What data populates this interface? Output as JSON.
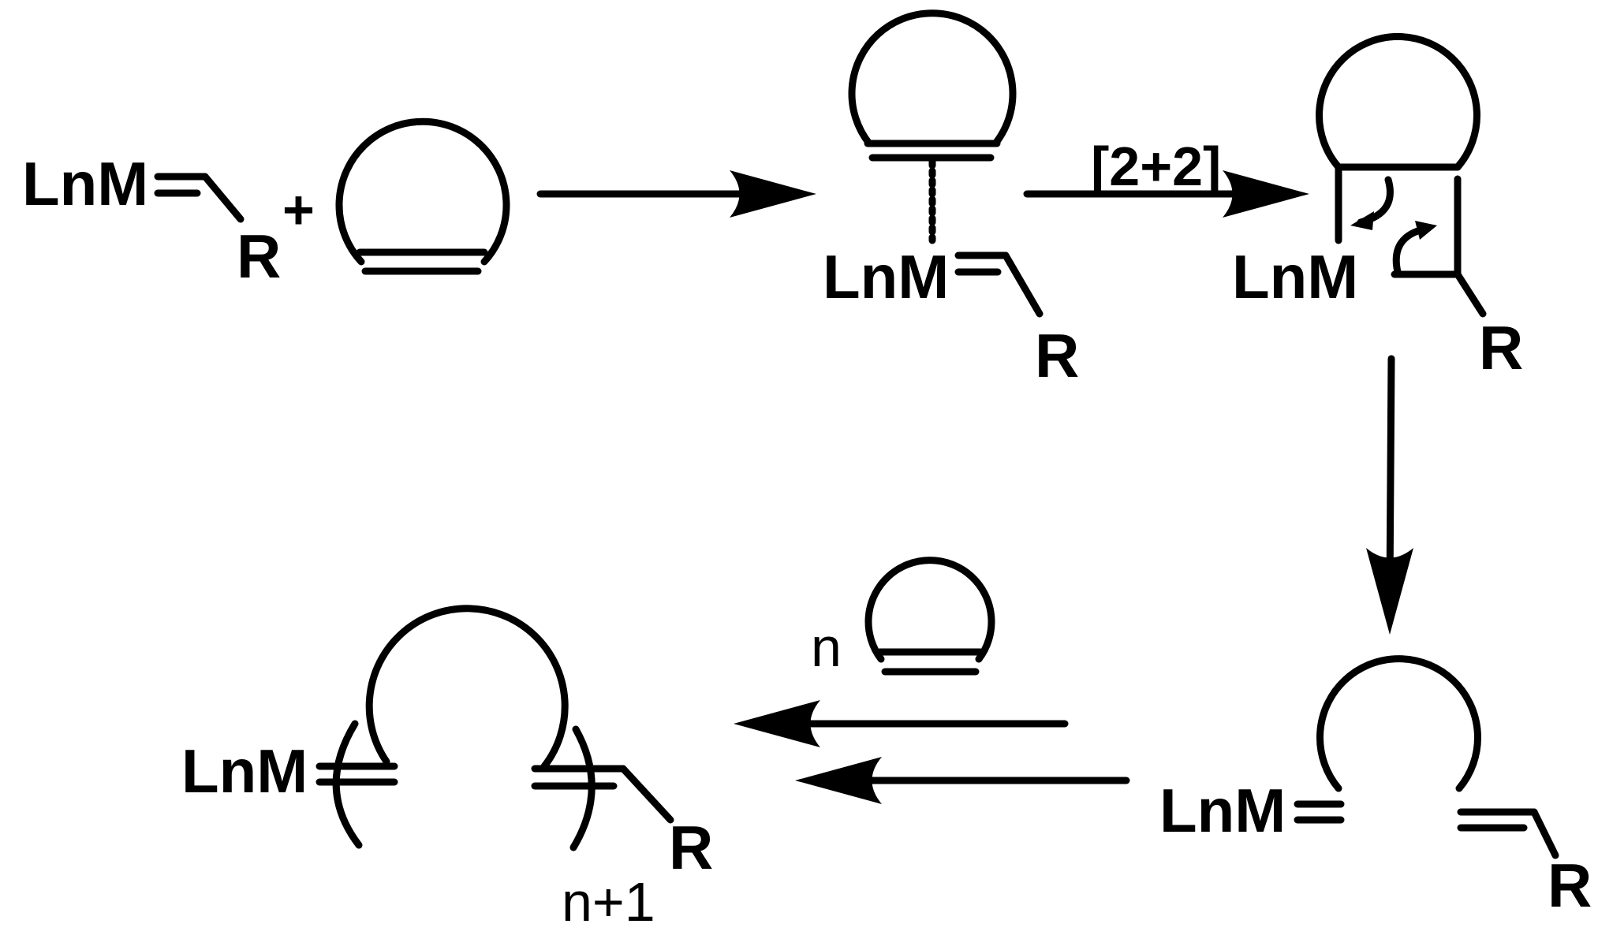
{
  "labels": {
    "lnm": "LnM",
    "r": "R",
    "plus": "+",
    "cycloaddition": "[2+2]",
    "n": "n",
    "n_plus_1": "n+1"
  },
  "colors": {
    "ink": "#000000",
    "background": "#ffffff"
  }
}
